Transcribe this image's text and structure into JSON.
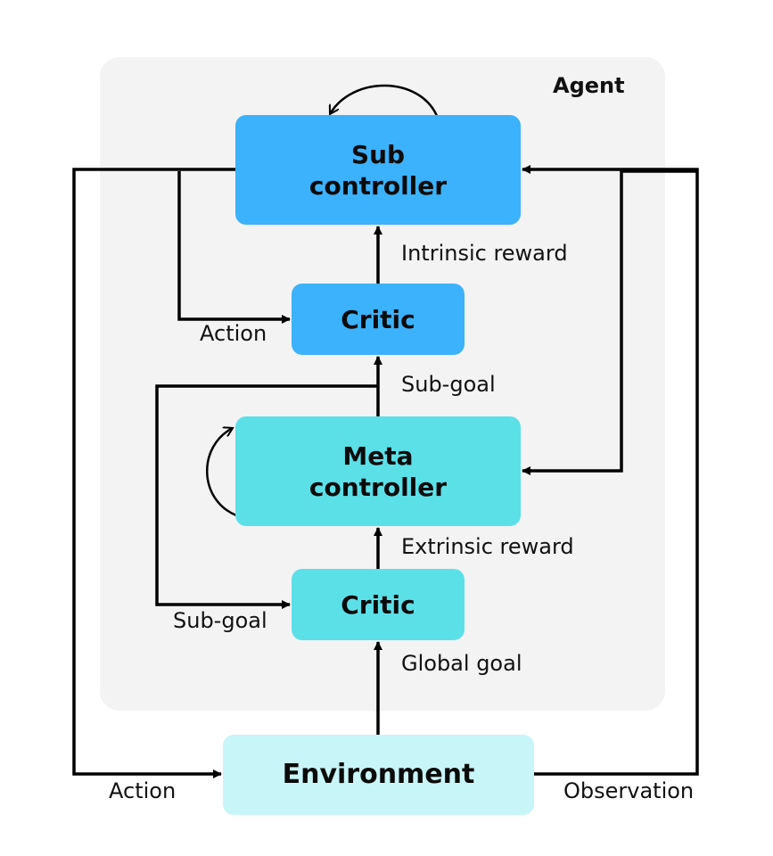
{
  "agent": {
    "title": "Agent"
  },
  "nodes": {
    "sub_controller": {
      "line1": "Sub",
      "line2": "controller"
    },
    "critic_top": {
      "label": "Critic"
    },
    "meta_controller": {
      "line1": "Meta",
      "line2": "controller"
    },
    "critic_bottom": {
      "label": "Critic"
    },
    "environment": {
      "label": "Environment"
    }
  },
  "edge_labels": {
    "intrinsic_reward": "Intrinsic reward",
    "action_inner": "Action",
    "sub_goal_upper": "Sub-goal",
    "extrinsic_reward": "Extrinsic reward",
    "sub_goal_lower": "Sub-goal",
    "global_goal": "Global goal",
    "action_outer": "Action",
    "observation": "Observation"
  },
  "colors": {
    "sub_controller": "#3bb2fb",
    "critic_top": "#3bb2fb",
    "meta_controller": "#5ce0e8",
    "critic_bottom": "#5ce0e8",
    "environment": "#c8f5f8",
    "agent_panel": "#f3f3f3",
    "lines": "#000000"
  }
}
